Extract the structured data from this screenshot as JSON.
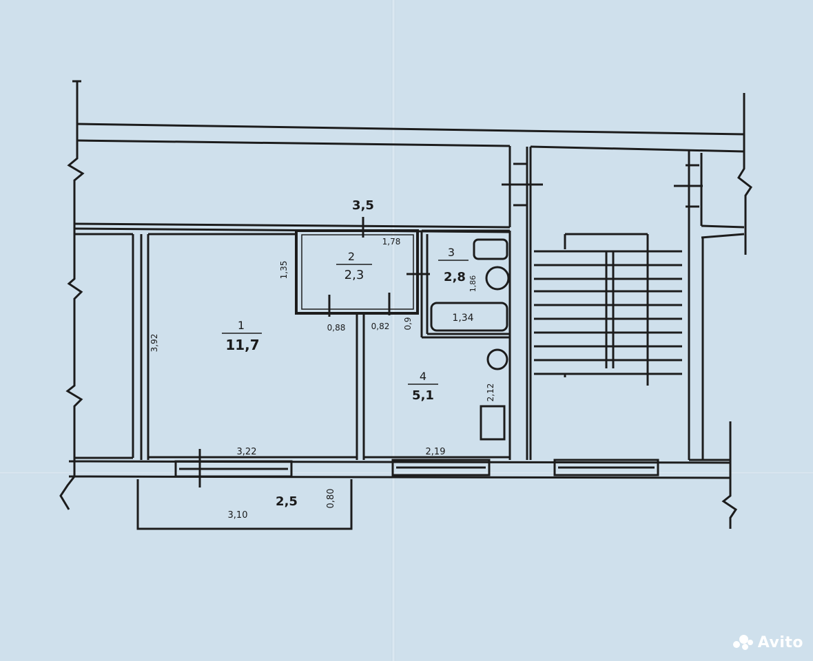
{
  "labels": {
    "hall_width": "3,5",
    "room1_num": "1",
    "room1_area": "11,7",
    "room2_num": "2",
    "room2_area": "2,3",
    "room2_top": "1,78",
    "room2_side": "1,35",
    "room3_num": "3",
    "room3_area": "2,8",
    "room3_side": "1,86",
    "bath": "1,34",
    "room4_num": "4",
    "room4_area": "5,1",
    "room4_side": "2,12",
    "door_a": "0,88",
    "door_b": "0,82",
    "door_c": "0,9",
    "room1_side": "3,92",
    "room1_bottom": "3,22",
    "room4_bottom": "2,19",
    "balcony_area": "2,5",
    "balcony_depth": "0,80",
    "balcony_length": "3,10"
  },
  "watermark": "Avito"
}
